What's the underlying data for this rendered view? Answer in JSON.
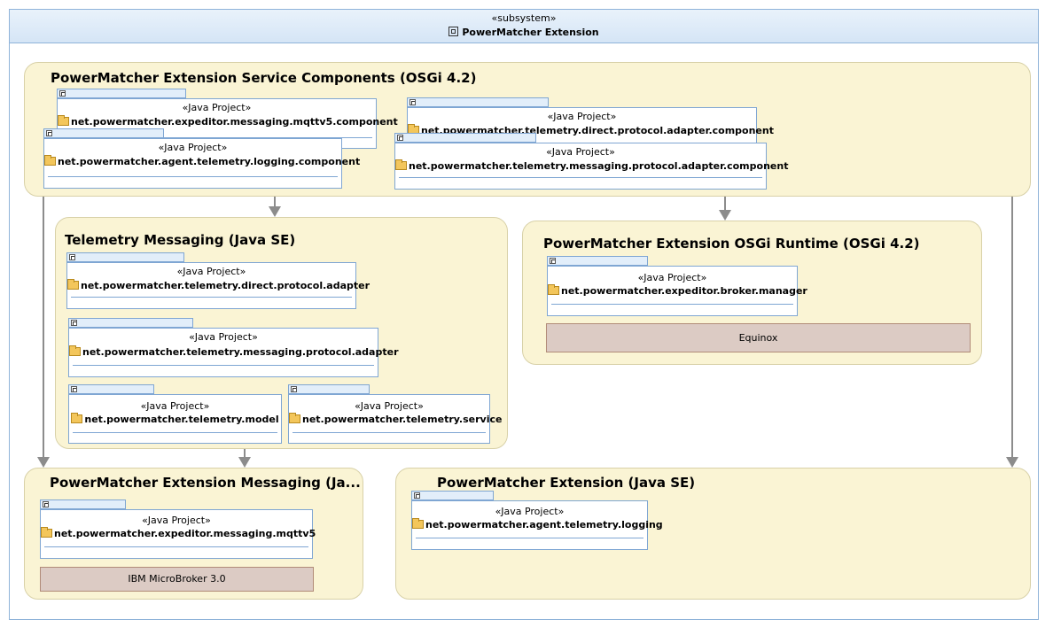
{
  "diagram": {
    "stereotype": "«subsystem»",
    "title": "PowerMatcher Extension",
    "project_stereotype": "«Java Project»",
    "groups": {
      "service_components": {
        "title": "PowerMatcher Extension Service Components (OSGi 4.2)",
        "projects": [
          "net.powermatcher.expeditor.messaging.mqttv5.component",
          "net.powermatcher.agent.telemetry.logging.component",
          "net.powermatcher.telemetry.direct.protocol.adapter.component",
          "net.powermatcher.telemetry.messaging.protocol.adapter.component"
        ]
      },
      "telemetry_messaging": {
        "title": "Telemetry Messaging (Java SE)",
        "projects": [
          "net.powermatcher.telemetry.direct.protocol.adapter",
          "net.powermatcher.telemetry.messaging.protocol.adapter",
          "net.powermatcher.telemetry.model",
          "net.powermatcher.telemetry.service"
        ]
      },
      "osgi_runtime": {
        "title": "PowerMatcher Extension OSGi Runtime (OSGi 4.2)",
        "projects": [
          "net.powermatcher.expeditor.broker.manager"
        ],
        "library": "Equinox"
      },
      "messaging": {
        "title": "PowerMatcher Extension Messaging (Ja...",
        "projects": [
          "net.powermatcher.expeditor.messaging.mqttv5"
        ],
        "library": "IBM MicroBroker 3.0"
      },
      "extension": {
        "title": "PowerMatcher Extension (Java SE)",
        "projects": [
          "net.powermatcher.agent.telemetry.logging"
        ]
      }
    }
  }
}
